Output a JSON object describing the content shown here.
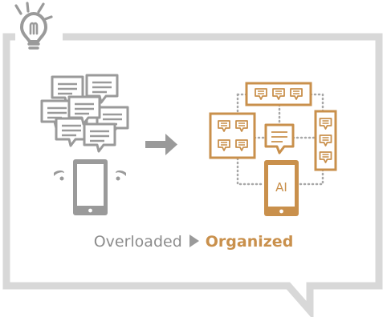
{
  "caption": {
    "before": "Overloaded",
    "after": "Organized"
  },
  "ai_screen_label": "AI",
  "icons": {
    "bulb": "lightbulb-icon",
    "chat": "chat-bubble-icon",
    "phone": "smartphone-icon",
    "arrow": "arrow-right-icon"
  },
  "colors": {
    "gray": "#9a9a9a",
    "accent": "#c9904c",
    "frame": "#d8d8d8"
  }
}
